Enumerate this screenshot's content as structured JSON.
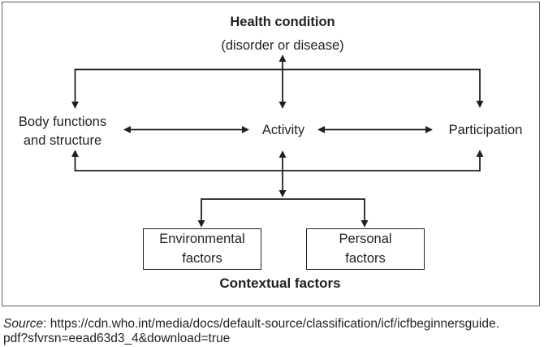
{
  "figure": {
    "health_condition": {
      "title": "Health condition",
      "subtitle": "(disorder or disease)"
    },
    "body_functions": {
      "line1": "Body functions",
      "line2": "and structure"
    },
    "activity": "Activity",
    "participation": "Participation",
    "environmental": {
      "line1": "Environmental",
      "line2": "factors"
    },
    "personal": {
      "line1": "Personal",
      "line2": "factors"
    },
    "contextual_caption": "Contextual factors"
  },
  "source": {
    "label": "Source",
    "separator": ": ",
    "url_line1": "https://cdn.who.int/media/docs/default-source/classification/icf/icfbeginnersguide.",
    "url_line2": "pdf?sfvrsn=eead63d3_4&download=true"
  },
  "colors": {
    "diagram_line": "#231f20",
    "frame_border": "#5b5c5e",
    "text": "#231f20",
    "background": "#ffffff"
  }
}
